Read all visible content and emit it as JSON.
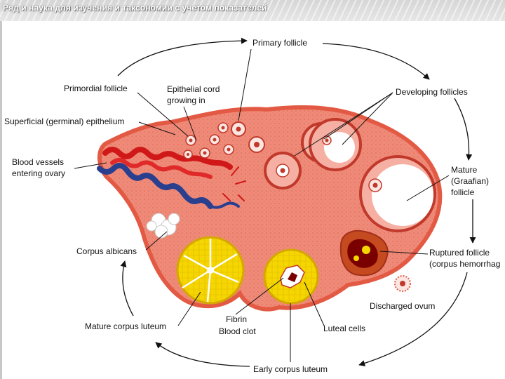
{
  "header": {
    "title": "Ряд и наука для изучения и таксономии с учетом показателей"
  },
  "labels": {
    "primary_follicle": "Primary follicle",
    "primordial_follicle": "Primordial follicle",
    "epithelial_cord_1": "Epithelial cord",
    "epithelial_cord_2": "growing in",
    "developing_follicles": "Developing follicles",
    "superficial_epithelium": "Superficial (germinal) epithelium",
    "blood_vessels_1": "Blood vessels",
    "blood_vessels_2": "entering ovary",
    "mature_follicle_1": "Mature",
    "mature_follicle_2": "(Graafian)",
    "mature_follicle_3": "follicle",
    "corpus_albicans": "Corpus albicans",
    "ruptured_follicle_1": "Ruptured follicle",
    "ruptured_follicle_2": "(corpus hemorrhag",
    "discharged_ovum": "Discharged ovum",
    "mature_corpus_luteum": "Mature corpus luteum",
    "fibrin": "Fibrin",
    "blood_clot": "Blood clot",
    "luteal_cells": "Luteal cells",
    "early_corpus_luteum": "Early corpus luteum"
  },
  "colors": {
    "ovary": "#f08a78",
    "ovary_rim": "#e35a44",
    "stroma_dots": "#d86a57",
    "follicle_ring": "#c0392b",
    "antrum": "#ffffff",
    "corpus_luteum": "#f5d600",
    "corpus_luteum_edge": "#d4a800",
    "clot": "#7a0000",
    "artery": "#d01818",
    "vein": "#2b3f8f",
    "albicans": "#ffffff"
  }
}
